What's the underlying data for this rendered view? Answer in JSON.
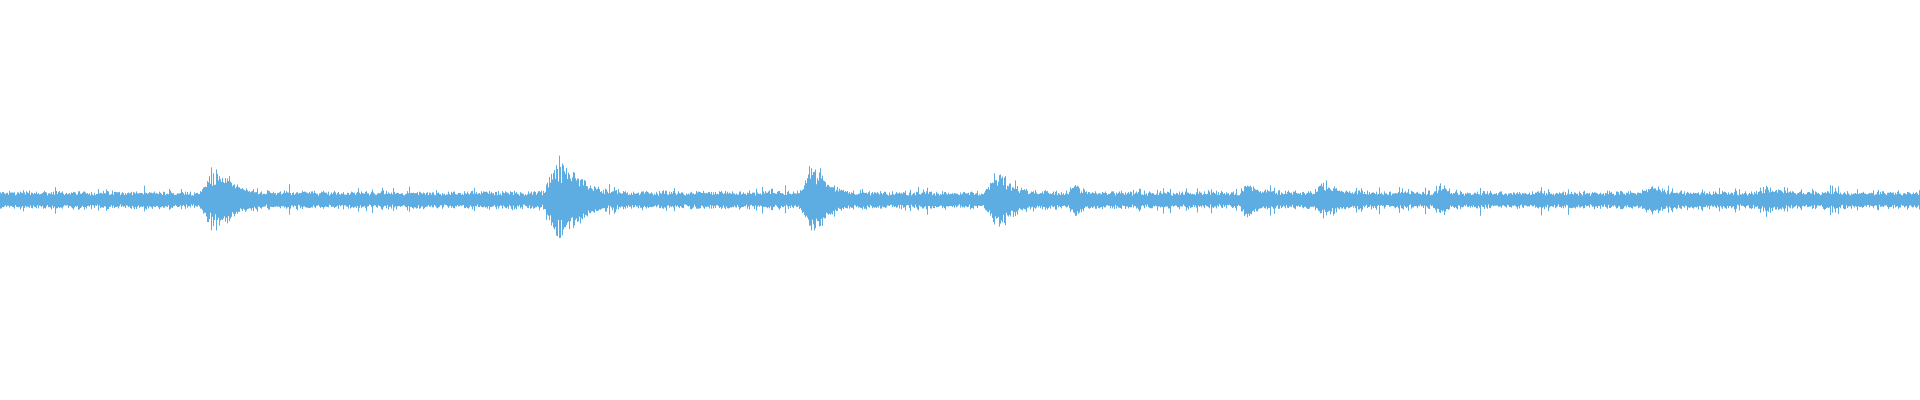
{
  "waveform": {
    "color": "#5DADE2",
    "background": "#ffffff",
    "baseline_amplitude": 0.015,
    "noise_amplitude": 0.02,
    "bursts": [
      {
        "t": 0.11,
        "amplitude": 0.075,
        "width": 0.006
      },
      {
        "t": 0.118,
        "amplitude": 0.04,
        "width": 0.008
      },
      {
        "t": 0.29,
        "amplitude": 0.11,
        "width": 0.007
      },
      {
        "t": 0.3,
        "amplitude": 0.045,
        "width": 0.008
      },
      {
        "t": 0.422,
        "amplitude": 0.085,
        "width": 0.006
      },
      {
        "t": 0.428,
        "amplitude": 0.04,
        "width": 0.006
      },
      {
        "t": 0.52,
        "amplitude": 0.075,
        "width": 0.008
      },
      {
        "t": 0.56,
        "amplitude": 0.025,
        "width": 0.004
      },
      {
        "t": 0.65,
        "amplitude": 0.04,
        "width": 0.005
      },
      {
        "t": 0.69,
        "amplitude": 0.035,
        "width": 0.007
      },
      {
        "t": 0.75,
        "amplitude": 0.035,
        "width": 0.004
      },
      {
        "t": 0.86,
        "amplitude": 0.022,
        "width": 0.006
      },
      {
        "t": 0.92,
        "amplitude": 0.018,
        "width": 0.006
      }
    ]
  }
}
